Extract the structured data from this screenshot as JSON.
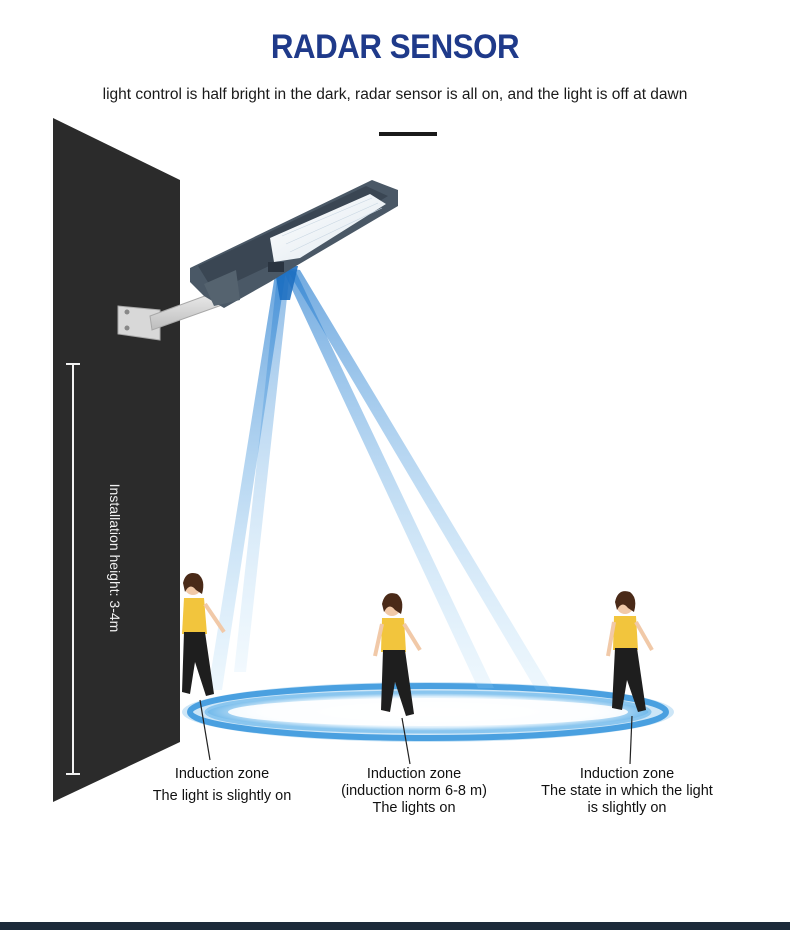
{
  "header": {
    "title": "RADAR SENSOR",
    "subtitle": "light control is half bright in the dark, radar sensor is all on, and the light is off at dawn"
  },
  "diagram": {
    "height_label": "Installation height: 3-4m",
    "zones": [
      {
        "lines": [
          "Induction zone",
          "The light is slightly on"
        ]
      },
      {
        "lines": [
          "Induction zone",
          "(induction norm 6-8 m)",
          "The lights on"
        ]
      },
      {
        "lines": [
          "Induction zone",
          "The state in which the light",
          "is slightly on"
        ]
      }
    ]
  },
  "colors": {
    "title": "#1f3a8a",
    "wall": "#2b2b2b",
    "beam": "#3b8fd6",
    "shirt": "#f2c53d",
    "pants": "#1e1e1e"
  }
}
